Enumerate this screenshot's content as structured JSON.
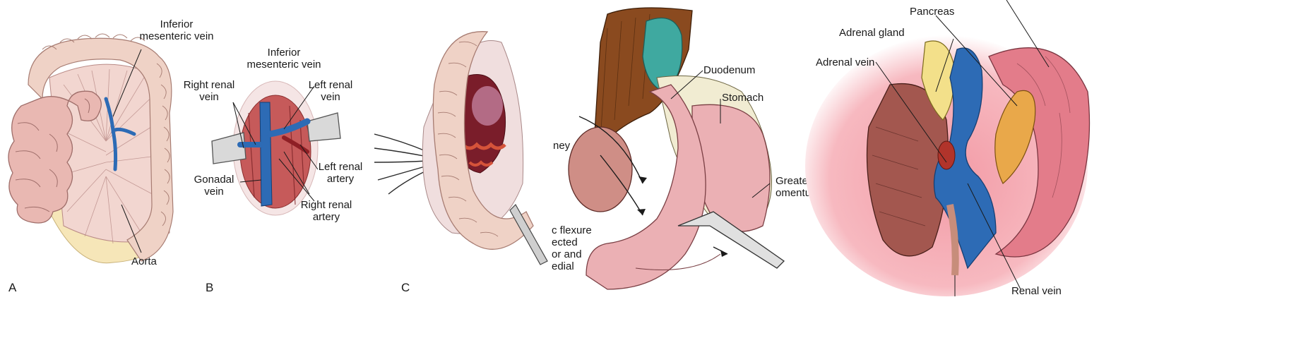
{
  "colors": {
    "vein_blue": "#2d6bb5",
    "bowel_pink": "#e9b8b2",
    "colon_beige": "#efd2c6",
    "kidney_red": "#9b3a3e",
    "liver_brown": "#8a4a1f",
    "gallbladder_teal": "#3fa9a0",
    "omentum_cream": "#f1ecd2",
    "adrenal_yellow": "#f3e08a",
    "pancreas_orange": "#e9a84a",
    "retractor_grey": "#d9d9d9"
  },
  "panel_a": {
    "letter": "A",
    "labels": {
      "inferior_mesenteric_vein": "Inferior\nmesenteric vein",
      "aorta": "Aorta"
    }
  },
  "panel_b": {
    "letter": "B",
    "labels": {
      "inferior_mesenteric_vein": "Inferior\nmesenteric vein",
      "right_renal_vein": "Right renal\nvein",
      "left_renal_vein": "Left renal\nvein",
      "left_renal_artery": "Left renal\nartery",
      "gonadal_vein": "Gonadal\nvein",
      "right_renal_artery": "Right renal\nartery"
    }
  },
  "panel_c": {
    "letter": "C"
  },
  "panel_d": {
    "labels": {
      "duodenum": "Duodenum",
      "stomach": "Stomach",
      "kidney_partial": "ney",
      "greater_omentum": "Greater\nomentum",
      "flexure_partial": "c flexure\nected\nor and\nedial"
    }
  },
  "panel_e": {
    "labels": {
      "pancreas": "Pancreas",
      "adrenal_gland": "Adrenal gland",
      "adrenal_vein": "Adrenal vein",
      "renal_vein": "Renal vein"
    }
  }
}
